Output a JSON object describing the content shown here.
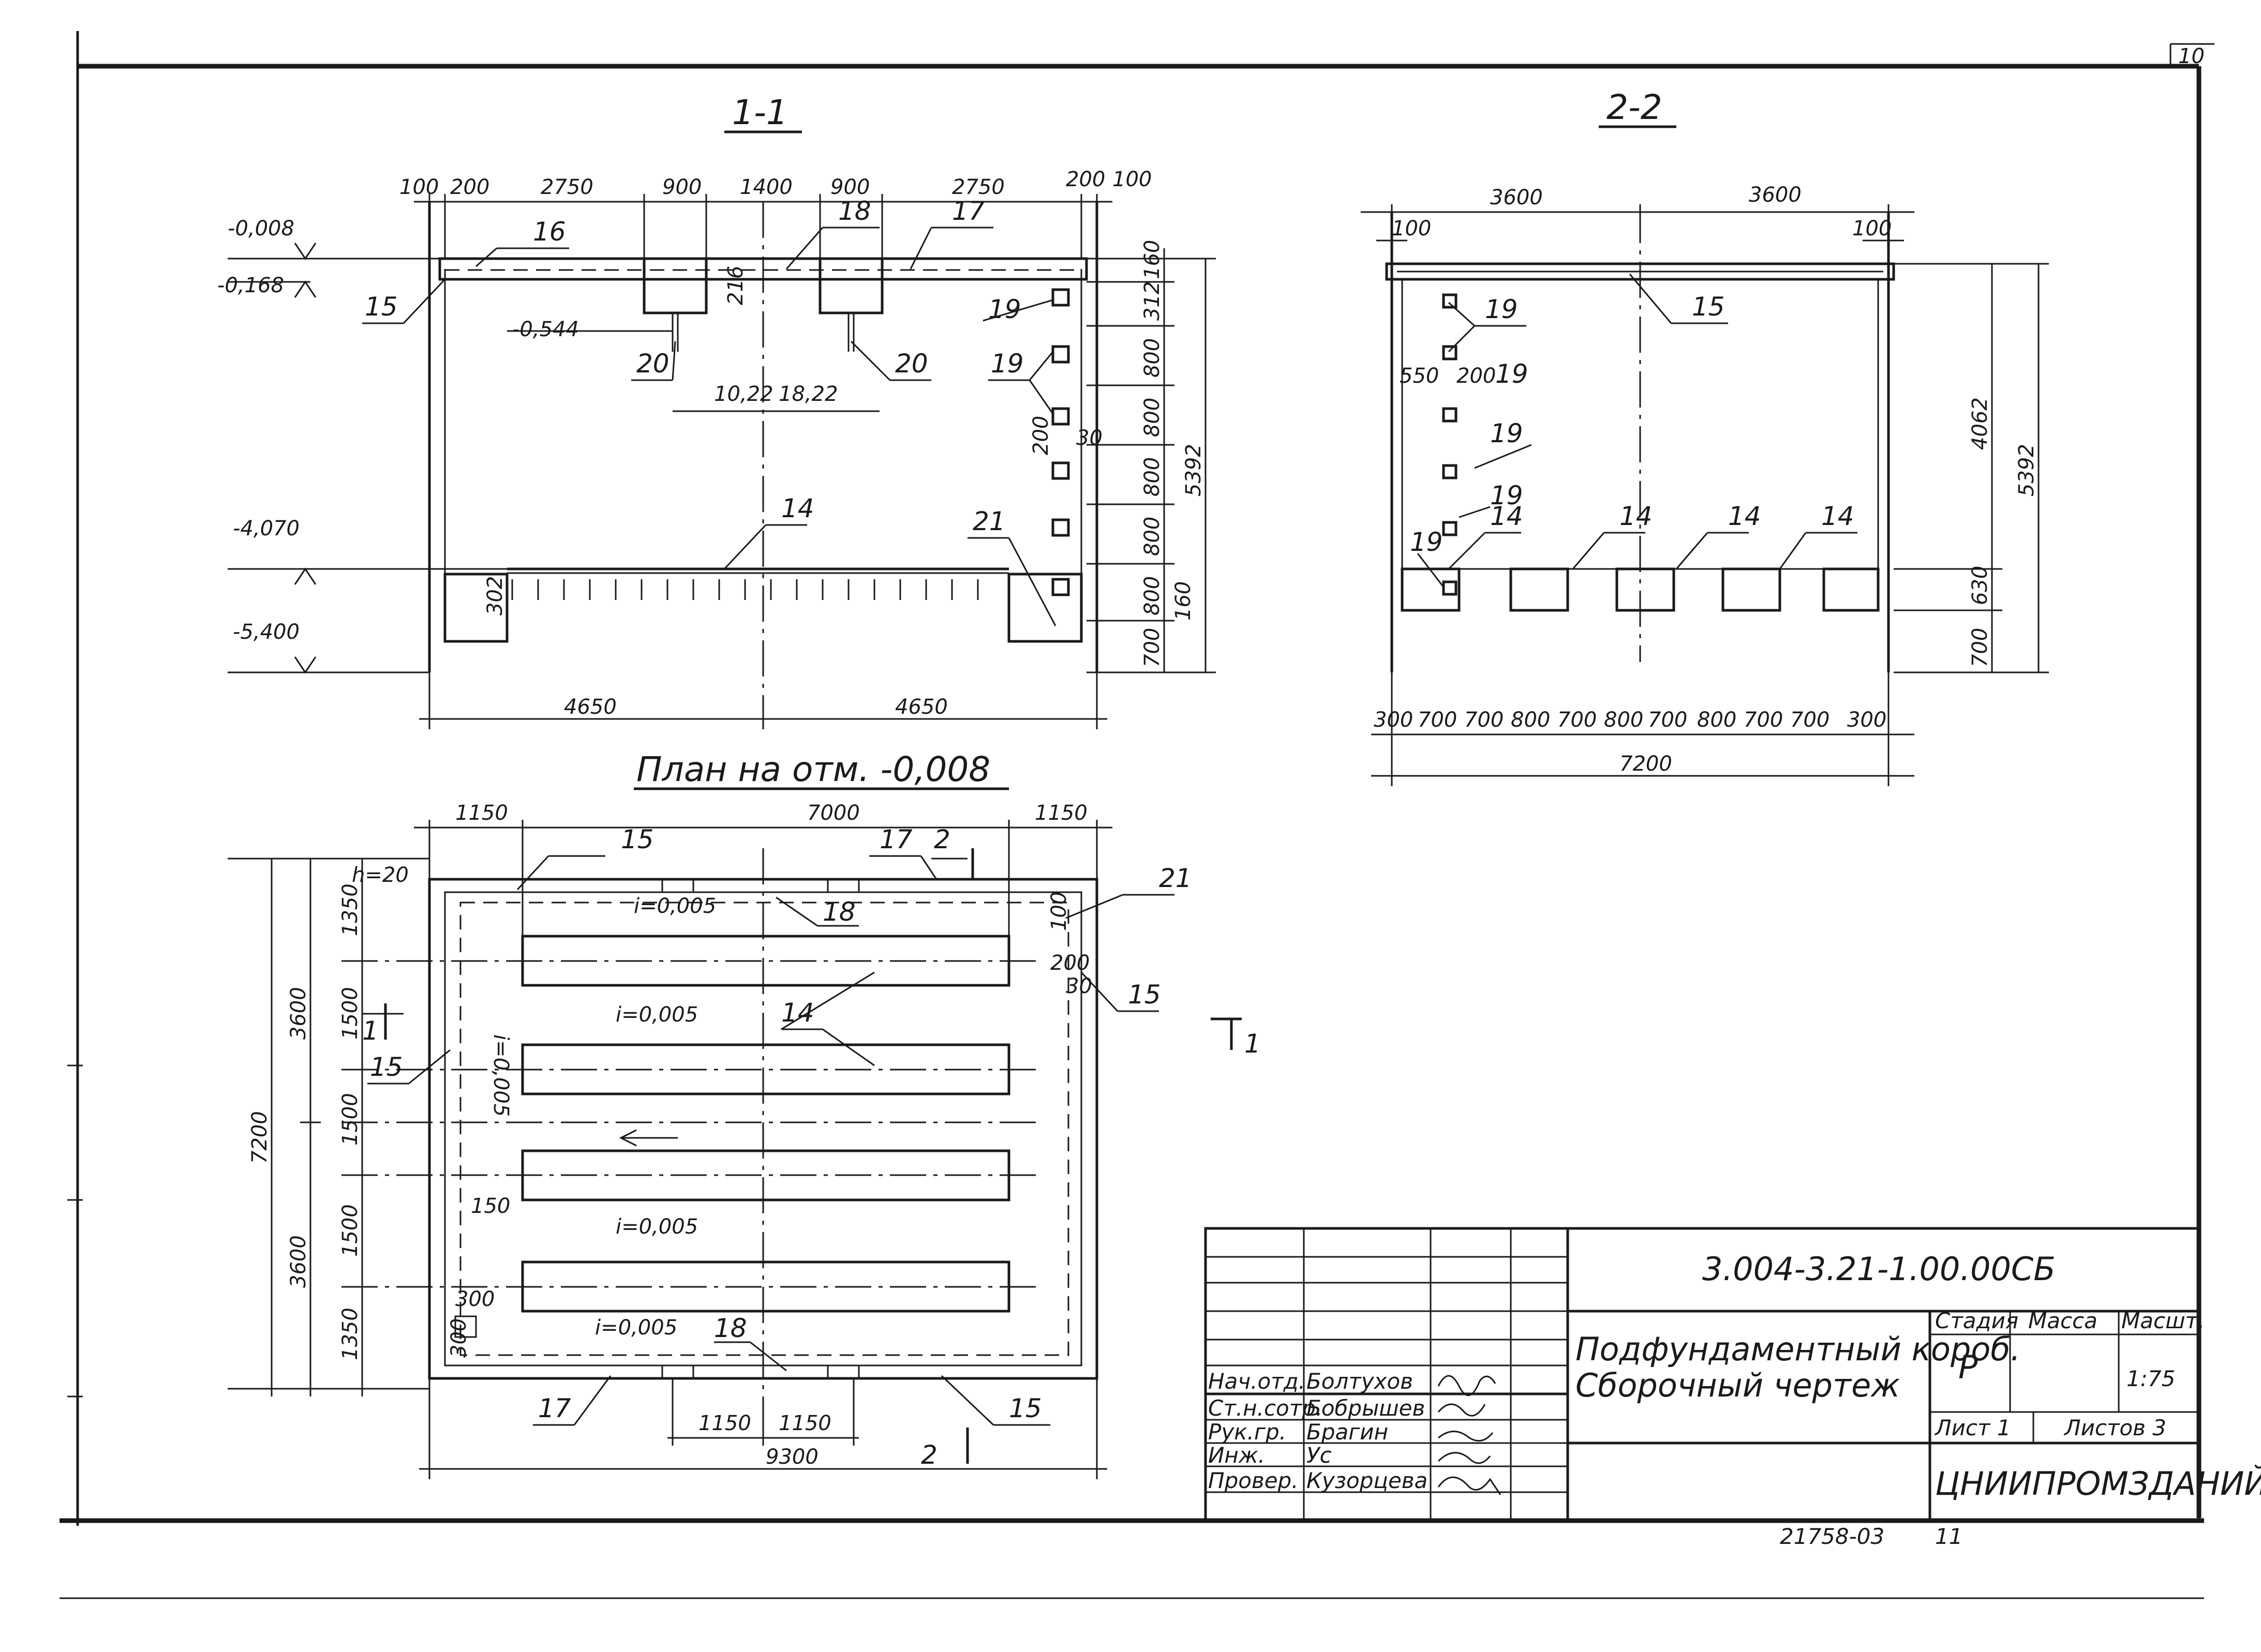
{
  "sheet_number": "10",
  "section_1": {
    "title": "1-1",
    "dims_top": [
      "100",
      "200",
      "2750",
      "900",
      "1400",
      "900",
      "2750",
      "200",
      "100"
    ],
    "dims_bottom": [
      "4650",
      "4650"
    ],
    "dims_right": [
      "160",
      "312",
      "800",
      "800",
      "800",
      "800",
      "800",
      "160",
      "700"
    ],
    "total_right": "5392",
    "elevations": [
      "-0,008",
      "-0,168",
      "-0,544",
      "-4,070",
      "-5,400"
    ],
    "inner_dims": [
      "10,22",
      "18,22",
      "200",
      "30",
      "302",
      "216"
    ],
    "marks": [
      "16",
      "18",
      "17",
      "15",
      "19",
      "19",
      "20",
      "20",
      "14",
      "21"
    ]
  },
  "section_2": {
    "title": "2-2",
    "dims_top": [
      "3600",
      "3600"
    ],
    "side_dims": [
      "100",
      "100",
      "550",
      "200"
    ],
    "dims_bottom": [
      "300",
      "700",
      "700",
      "800",
      "700",
      "800",
      "700",
      "800",
      "700",
      "700",
      "300"
    ],
    "total_bottom": "7200",
    "dims_right": [
      "4062",
      "630",
      "700"
    ],
    "total_right": "5392",
    "marks": [
      "19",
      "15",
      "19",
      "19",
      "19",
      "19",
      "14",
      "14",
      "14",
      "14"
    ]
  },
  "plan": {
    "title": "План на отм. -0,008",
    "dims_top": [
      "1150",
      "7000",
      "1150"
    ],
    "dims_bottom": [
      "1150",
      "1150"
    ],
    "total_bottom": "9300",
    "dims_left_outer": [
      "3600",
      "3600"
    ],
    "total_left": "7200",
    "dims_left_inner": [
      "1350",
      "1500",
      "1500",
      "1500",
      "1350"
    ],
    "slopes": [
      "i=0,005",
      "i=0,005",
      "i=0,005",
      "i=0,005",
      "i=0,005"
    ],
    "misc": [
      "h=20",
      "100",
      "200",
      "30",
      "150",
      "300",
      "300"
    ],
    "marks": [
      "15",
      "17",
      "18",
      "21",
      "14",
      "15",
      "15",
      "18",
      "17",
      "15"
    ],
    "cut_labels": [
      "2",
      "2",
      "1",
      "1"
    ]
  },
  "title_block": {
    "doc_code": "3.004-3.21-1.00.00СБ",
    "doc_title_line1": "Подфундаментный короб.",
    "doc_title_line2": "Сборочный чертеж",
    "headers": [
      "Стадия",
      "Масса",
      "Масшт."
    ],
    "stage": "Р",
    "mass": "",
    "scale": "1:75",
    "sheet": "Лист 1",
    "sheets": "Листов 3",
    "organization": "ЦНИИПРОМЗДАНИЙ",
    "roles": [
      {
        "role": "Нач.отд.",
        "name": "Болтухов"
      },
      {
        "role": "Ст.н.сотр.",
        "name": "Бобрышев"
      },
      {
        "role": "Рук.гр.",
        "name": "Брагин"
      },
      {
        "role": "Инж.",
        "name": "Ус"
      },
      {
        "role": "Провер.",
        "name": "Кузорцева"
      }
    ]
  },
  "footer": {
    "archive_no": "21758-03",
    "page": "11"
  }
}
